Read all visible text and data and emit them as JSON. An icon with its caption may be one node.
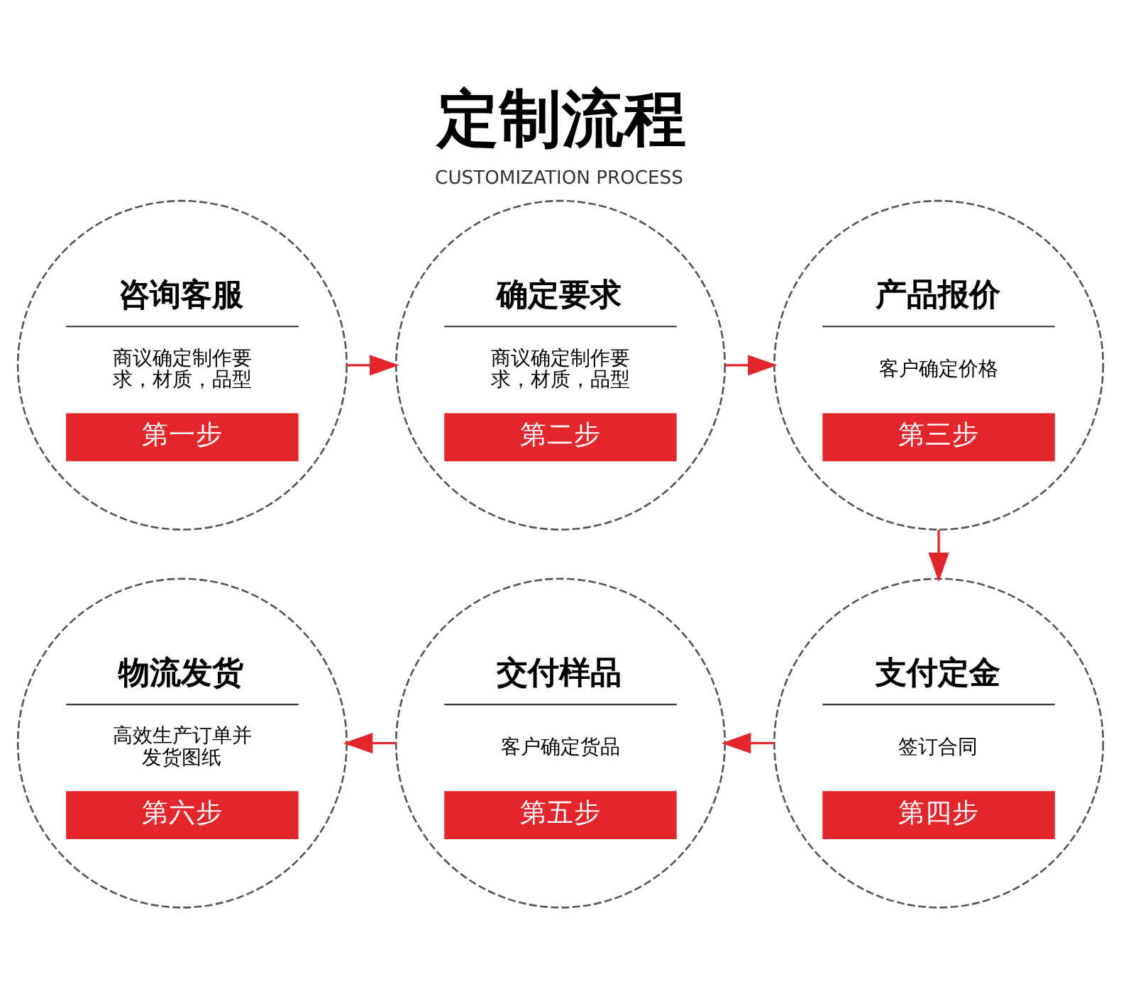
{
  "diagram": {
    "title": "定制流程",
    "caption": "CUSTOMIZATION PROCESS",
    "nodes": [
      {
        "text": [
          "咨询客服",
          "商议确定制作要求，材质，品型",
          "第一步"
        ]
      },
      {
        "text": [
          "确定要求",
          "商议确定制作要求，材质，品型",
          "第二步"
        ]
      },
      {
        "text": [
          "产品报价",
          "客户确定价格",
          "第三步"
        ]
      },
      {
        "text": [
          "支付定金",
          "签订合同",
          "第四步"
        ]
      },
      {
        "text": [
          "交付样品",
          "客户确定货品",
          "第五步"
        ]
      },
      {
        "text": [
          "物流发货",
          "高效生产订单并发货图纸",
          "第六步"
        ]
      }
    ],
    "edges": [
      {
        "from": 0,
        "to": 1,
        "arrow": "to"
      },
      {
        "from": 1,
        "to": 2,
        "arrow": "to"
      },
      {
        "from": 2,
        "to": 3,
        "arrow": "to"
      },
      {
        "from": 3,
        "to": 4,
        "arrow": "to"
      },
      {
        "from": 4,
        "to": 5,
        "arrow": "to"
      }
    ]
  }
}
